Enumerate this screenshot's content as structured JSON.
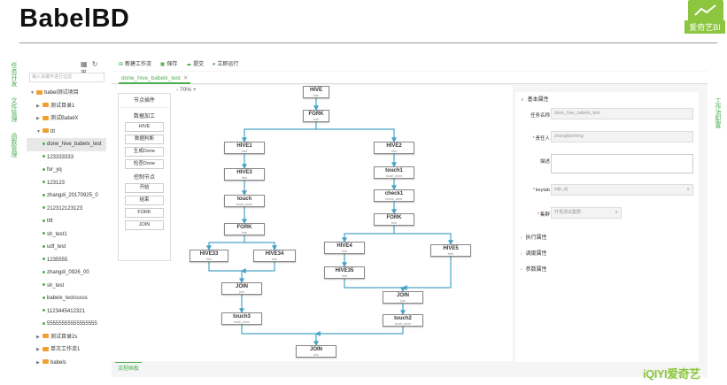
{
  "slide": {
    "title": "BabelBD"
  },
  "logo": {
    "text": "爱奇艺BI",
    "color": "#8cc63f"
  },
  "left_tabs": [
    "任务开发",
    "文件管理",
    "函数管理"
  ],
  "right_tab": "工作流配置",
  "tree": {
    "search_placeholder": "输入关键字进行过滤",
    "items": [
      {
        "label": "babel测试项目",
        "level": 0,
        "type": "folder",
        "open": true
      },
      {
        "label": "测试目录1",
        "level": 1,
        "type": "folder",
        "open": false
      },
      {
        "label": "测试BabelX",
        "level": 1,
        "type": "folder",
        "open": false
      },
      {
        "label": "ttt",
        "level": 1,
        "type": "folder",
        "open": true
      },
      {
        "label": "done_hive_babelx_test",
        "level": 2,
        "type": "leaf",
        "selected": true
      },
      {
        "label": "123333333",
        "level": 2,
        "type": "leaf"
      },
      {
        "label": "for_yq",
        "level": 2,
        "type": "leaf"
      },
      {
        "label": "123123",
        "level": 2,
        "type": "leaf"
      },
      {
        "label": "zhangdi_20170925_0",
        "level": 2,
        "type": "leaf"
      },
      {
        "label": "212312123123",
        "level": 2,
        "type": "leaf"
      },
      {
        "label": "tttt",
        "level": 2,
        "type": "leaf"
      },
      {
        "label": "sh_test1",
        "level": 2,
        "type": "leaf"
      },
      {
        "label": "udf_test",
        "level": 2,
        "type": "leaf"
      },
      {
        "label": "1235555",
        "level": 2,
        "type": "leaf"
      },
      {
        "label": "zhangdi_0926_00",
        "level": 2,
        "type": "leaf"
      },
      {
        "label": "sh_test",
        "level": 2,
        "type": "leaf"
      },
      {
        "label": "babelx_testsssss",
        "level": 2,
        "type": "leaf"
      },
      {
        "label": "1123445412321",
        "level": 2,
        "type": "leaf"
      },
      {
        "label": "55555555555555555",
        "level": 2,
        "type": "leaf"
      },
      {
        "label": "测试目录2s",
        "level": 1,
        "type": "folder",
        "open": false
      },
      {
        "label": "单次工作流1",
        "level": 1,
        "type": "folder",
        "open": false
      },
      {
        "label": "babels",
        "level": 1,
        "type": "folder",
        "open": false
      }
    ]
  },
  "toolbar": {
    "new_workflow": "新建工作流",
    "save": "保存",
    "submit": "提交",
    "run": "立即运行"
  },
  "tab": {
    "label": "done_hive_babelx_test"
  },
  "zoom": {
    "minus": "-",
    "value": "70%",
    "plus": "+"
  },
  "palette": {
    "title": "节点插件",
    "sections": [
      {
        "title": "数据加工",
        "items": [
          "HIVE",
          "数据判断",
          "生成Done",
          "检查Done"
        ]
      },
      {
        "title": "控制节点",
        "items": [
          "开始",
          "结束",
          "FORK",
          "JOIN"
        ]
      }
    ]
  },
  "nodes": [
    {
      "id": "n1",
      "name": "HIVE",
      "sub": "hive"
    },
    {
      "id": "n2",
      "name": "FORK",
      "sub": "fork"
    },
    {
      "id": "n3",
      "name": "HIVE1",
      "sub": "hive"
    },
    {
      "id": "n4",
      "name": "HIVE2",
      "sub": "hive"
    },
    {
      "id": "n5",
      "name": "HIVE3",
      "sub": "hive"
    },
    {
      "id": "n6",
      "name": "touch1",
      "sub": "touch_done"
    },
    {
      "id": "n7",
      "name": "touch",
      "sub": "touch_done"
    },
    {
      "id": "n8",
      "name": "check1",
      "sub": "check_done"
    },
    {
      "id": "n9",
      "name": "FORK",
      "sub": "fork"
    },
    {
      "id": "n10",
      "name": "FORK",
      "sub": "fork"
    },
    {
      "id": "n11",
      "name": "HIVE33",
      "sub": "hive"
    },
    {
      "id": "n12",
      "name": "HIVE34",
      "sub": "hive"
    },
    {
      "id": "n13",
      "name": "HIVE4",
      "sub": "hive"
    },
    {
      "id": "n14",
      "name": "HIVE5",
      "sub": "hive"
    },
    {
      "id": "n15",
      "name": "HIVE35",
      "sub": "hive"
    },
    {
      "id": "n16",
      "name": "JOIN",
      "sub": "join"
    },
    {
      "id": "n17",
      "name": "JOIN",
      "sub": "join"
    },
    {
      "id": "n18",
      "name": "touch3",
      "sub": "touch_done"
    },
    {
      "id": "n19",
      "name": "touch2",
      "sub": "touch_done"
    },
    {
      "id": "n20",
      "name": "JOIN",
      "sub": "join"
    }
  ],
  "bottom_tab": "流程画板",
  "props": {
    "basic_title": "基本属性",
    "task_name_label": "任务名称",
    "task_name_value": "done_hive_babelx_test",
    "owner_label": "责任人",
    "owner_value": "zhangdaoming",
    "desc_label": "描述",
    "keytab_label": "keytab",
    "keytab_value": "sdp_dj",
    "cluster_label": "集群",
    "cluster_value": "开发测试集群",
    "exec_title": "执行属性",
    "schedule_title": "调度属性",
    "param_title": "参数属性"
  },
  "brand": "iQIYI爱奇艺",
  "colors": {
    "accent": "#4caf50",
    "edge": "#4aa3c8"
  }
}
